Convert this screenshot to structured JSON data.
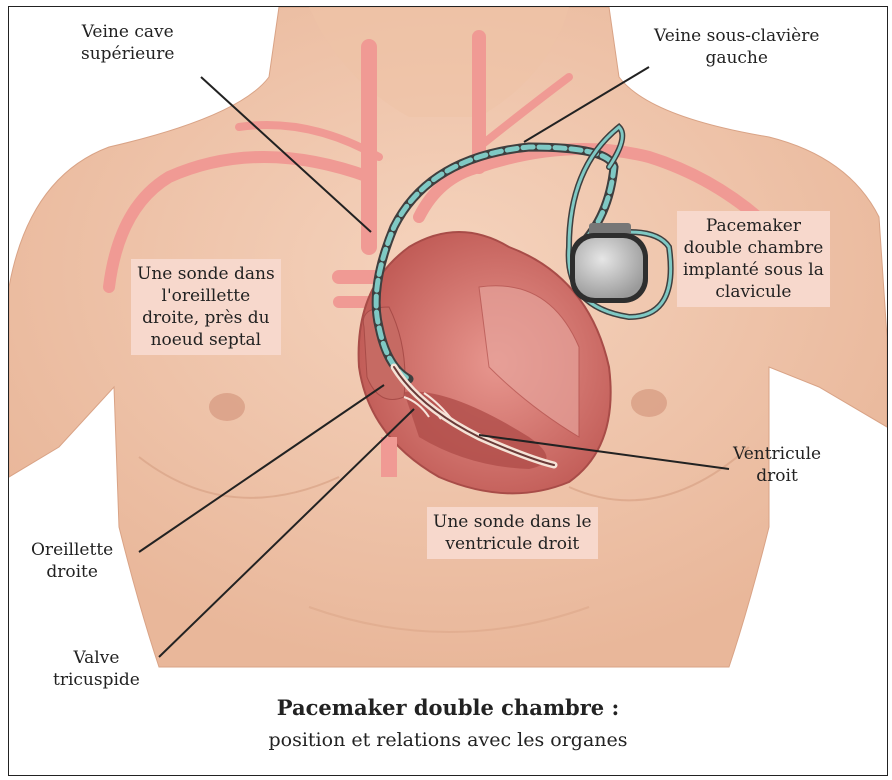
{
  "labels": {
    "svc": [
      "Veine cave",
      "supérieure"
    ],
    "subclavian": [
      "Veine sous-clavière",
      "gauche"
    ],
    "pacemaker": [
      "Pacemaker",
      "double chambre",
      "implanté sous la",
      "clavicule"
    ],
    "atrial_lead": [
      "Une sonde dans",
      "l'oreillette",
      "droite, près du",
      "noeud septal"
    ],
    "ventricle": [
      "Ventricule",
      "droit"
    ],
    "ventricular_lead": [
      "Une sonde dans le",
      "ventricule droit"
    ],
    "atrium": [
      "Oreillette",
      "droite"
    ],
    "valve": [
      "Valve",
      "tricuspide"
    ]
  },
  "title": "Pacemaker double chambre :",
  "subtitle": "position et relations avec les organes",
  "colors": {
    "skin": "#f1c8ae",
    "skin_shade": "#e7b293",
    "vessel": "#f09a94",
    "heart": "#d9776f",
    "heart_dark": "#b35450",
    "lead": "#7fc9c4",
    "device": "#b9b9b9",
    "label_bg": "#f7d8cc"
  }
}
